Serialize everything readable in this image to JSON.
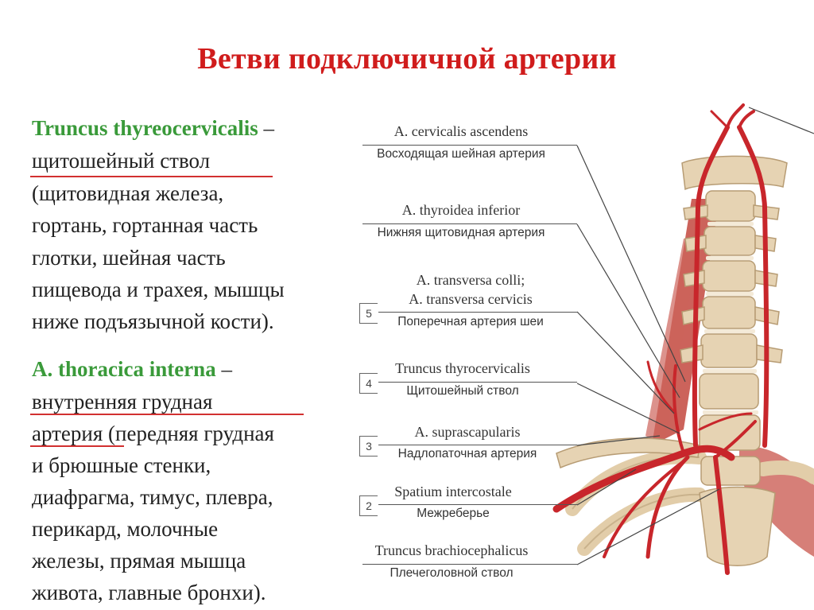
{
  "title": "Ветви подключичной артерии",
  "section1": {
    "term": "Truncus thyreocervicalis",
    "dash": " –",
    "lines": [
      "щитошейный ствол",
      "(щитовидная железа,",
      "гортань, гортанная часть",
      "глотки, шейная часть",
      "пищевода и трахея, мышцы",
      "ниже подъязычной кости)."
    ]
  },
  "section2": {
    "term": "A. thoracica interna",
    "dash": " –",
    "lines": [
      "внутренняя грудная",
      "артерия (передняя грудная",
      "и брюшные стенки,",
      "диафрагма, тимус, плевра,",
      "перикард, молочные",
      "железы, прямая мышца",
      "живота, главные бронхи)."
    ]
  },
  "figure_labels": [
    {
      "number": "",
      "latin": "A. cervicalis ascendens",
      "russian": "Восходящая шейная артерия"
    },
    {
      "number": "",
      "latin": "A. thyroidea inferior",
      "russian": "Нижняя щитовидная артерия"
    },
    {
      "number": "5",
      "latin": "A. transversa colli;",
      "latin2": "A. transversa cervicis",
      "russian": "Поперечная артерия шеи"
    },
    {
      "number": "4",
      "latin": "Truncus thyrocervicalis",
      "russian": "Щитошейный ствол"
    },
    {
      "number": "3",
      "latin": "A. suprascapularis",
      "russian": "Надлопаточная артерия"
    },
    {
      "number": "2",
      "latin": "Spatium intercostale",
      "russian": "Межреберье"
    },
    {
      "number": "",
      "latin": "Truncus brachiocephalicus",
      "russian": "Плечеголовной ствол"
    }
  ],
  "colors": {
    "title": "#d01c1c",
    "term": "#3a9a3a",
    "underline": "#d23030",
    "bone": "#e6d3b3",
    "artery": "#c8262b",
    "muscle": "#c4483f"
  }
}
